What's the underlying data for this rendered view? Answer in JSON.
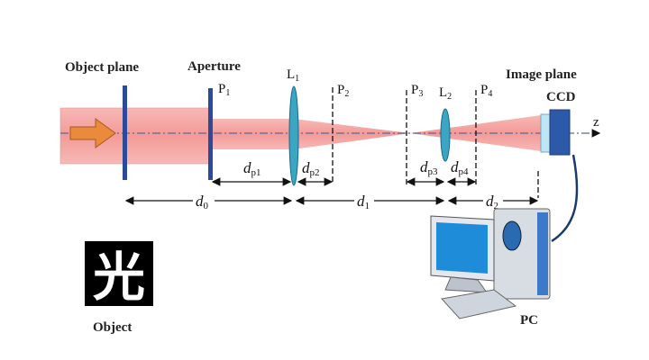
{
  "labels": {
    "object_plane": "Object plane",
    "aperture": "Aperture",
    "image_plane": "Image plane",
    "ccd": "CCD",
    "z_axis": "z",
    "object": "Object",
    "pc": "PC",
    "object_char": "光"
  },
  "planes": {
    "p1": "P",
    "p1_sub": "1",
    "p2": "P",
    "p2_sub": "2",
    "p3": "P",
    "p3_sub": "3",
    "p4": "P",
    "p4_sub": "4"
  },
  "lenses": {
    "l1": "L",
    "l1_sub": "1",
    "l2": "L",
    "l2_sub": "2"
  },
  "distances": {
    "dp1": "d",
    "dp1_sub": "p1",
    "dp2": "d",
    "dp2_sub": "p2",
    "dp3": "d",
    "dp3_sub": "p3",
    "dp4": "d",
    "dp4_sub": "p4",
    "d0": "d",
    "d0_sub": "0",
    "d1": "d",
    "d1_sub": "1",
    "d2": "d",
    "d2_sub": "2"
  },
  "colors": {
    "beam": "#f4a6a6",
    "plane": "#2b4a9a",
    "lens": "#3aa6c4",
    "arrow": "#e07a2a",
    "ccd": "#2d5aa8"
  }
}
